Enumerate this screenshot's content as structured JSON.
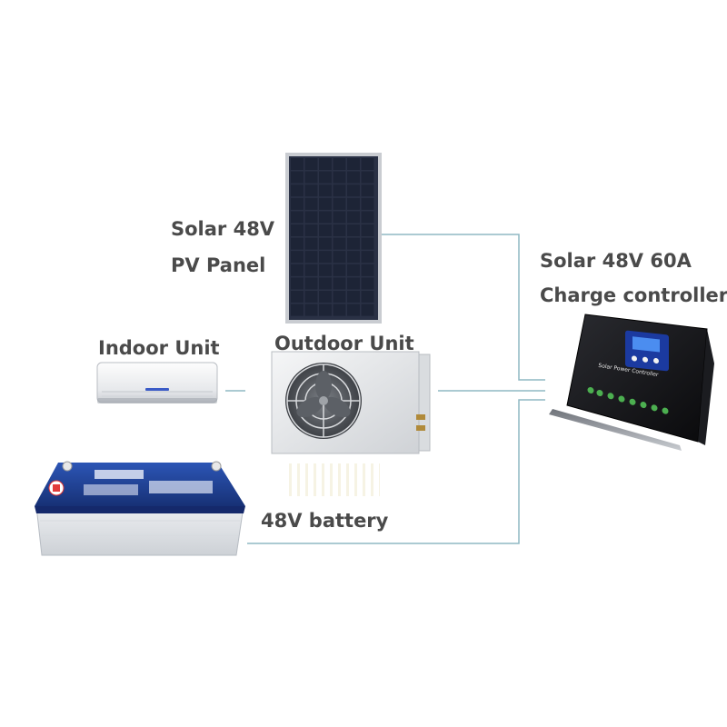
{
  "labels": {
    "pv_line1": "Solar 48V",
    "pv_line2": "PV Panel",
    "ctrl_line1": "Solar 48V 60A",
    "ctrl_line2": "Charge controller",
    "indoor": "Indoor Unit",
    "outdoor": "Outdoor Unit",
    "battery": "48V battery",
    "ctrl_face": "Solar Power Controller"
  },
  "colors": {
    "wire": "#8fb8c4",
    "label": "#4a4a4a",
    "panel_cell": "#1d2436",
    "panel_frame": "#c9ccd1",
    "battery_top": "#1f3f93",
    "battery_body": "#e3e6ea",
    "controller_body": "#0c0c0e",
    "controller_screen": "#2a63d6",
    "controller_led": "#4caf50"
  },
  "icons": [
    "solar-panel-icon",
    "indoor-ac-icon",
    "outdoor-ac-icon",
    "battery-icon",
    "charge-controller-icon"
  ]
}
